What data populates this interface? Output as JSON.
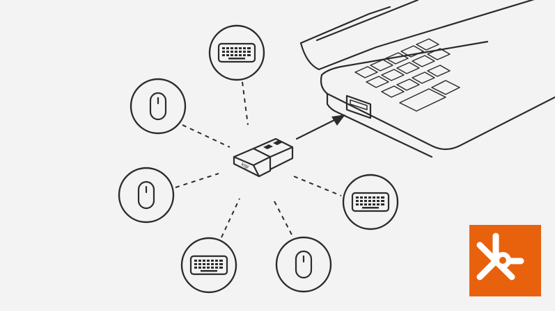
{
  "receiver": {
    "brand_text": "logi"
  },
  "devices": [
    {
      "id": "keyboard-top",
      "icon": "keyboard-icon"
    },
    {
      "id": "mouse-upper-left",
      "icon": "mouse-icon"
    },
    {
      "id": "mouse-lower-left",
      "icon": "mouse-icon"
    },
    {
      "id": "keyboard-bottom",
      "icon": "keyboard-icon"
    },
    {
      "id": "mouse-bottom",
      "icon": "mouse-icon"
    },
    {
      "id": "keyboard-right",
      "icon": "keyboard-icon"
    }
  ],
  "target": {
    "device": "laptop-icon",
    "port": "usb-port-icon"
  },
  "colors": {
    "line": "#2b2b2b",
    "background": "#f3f3f3",
    "badge": "#e8620e"
  },
  "badge": {
    "icon": "asterisk-logo-icon"
  }
}
